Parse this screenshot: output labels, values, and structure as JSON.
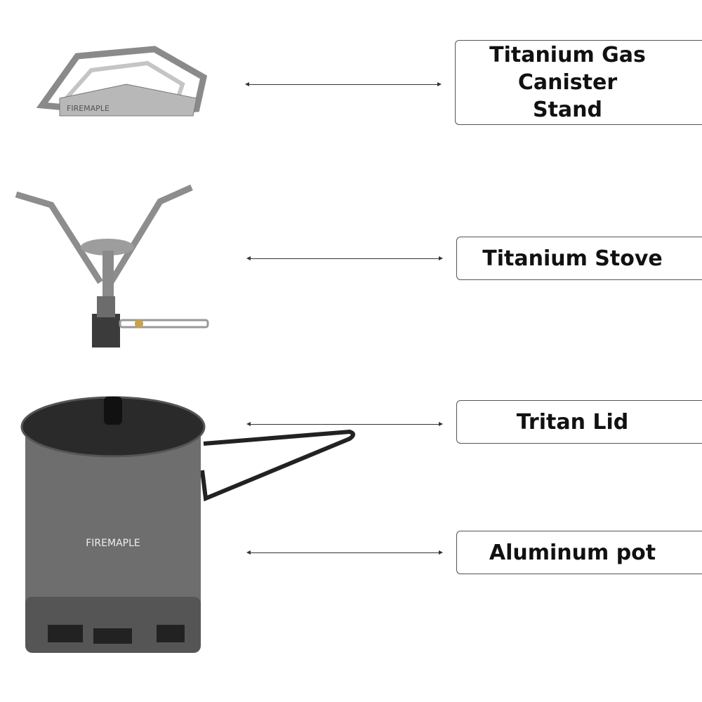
{
  "labels": {
    "stand": "Titanium Gas Canister Stand",
    "stove": "Titanium Stove",
    "lid": "Tritan Lid",
    "pot": "Aluminum pot"
  },
  "brand": "FIREMAPLE",
  "colors": {
    "pot": "#6e6e6e",
    "lid": "#2a2a2a",
    "metal": "#a9a9a9",
    "border": "#555555"
  }
}
